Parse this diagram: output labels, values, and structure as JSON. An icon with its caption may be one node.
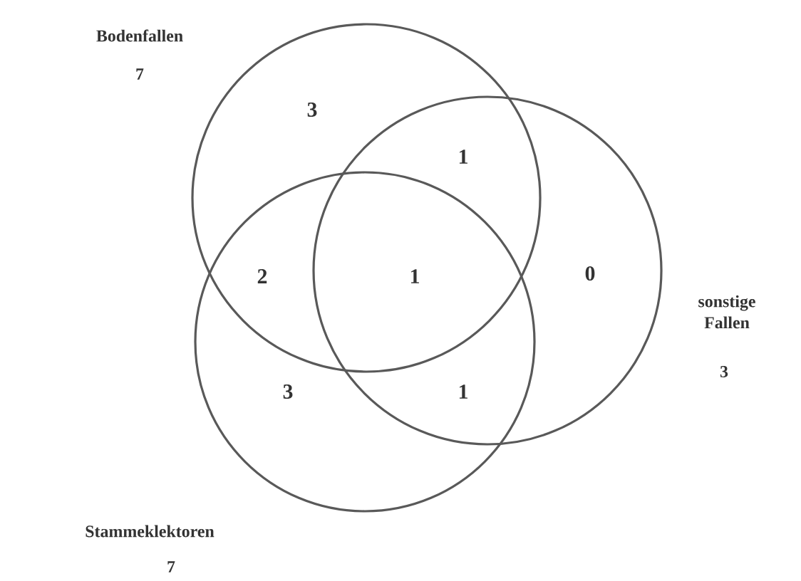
{
  "diagram": {
    "nodes": [
      {
        "text": [
          "Bodenfallen",
          "7"
        ]
      },
      {
        "text": [
          "sonstige Fallen",
          "3"
        ]
      },
      {
        "text": [
          "Stammeklektoren",
          "7"
        ]
      }
    ],
    "labels": [
      "3",
      "1",
      "2",
      "1",
      "0",
      "3",
      "1"
    ]
  }
}
